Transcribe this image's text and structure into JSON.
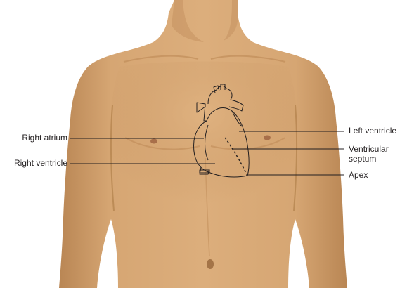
{
  "labels": {
    "right_atrium": "Right atrium",
    "right_ventricle": "Right ventricle",
    "left_ventricle": "Left ventricle",
    "ventricular_septum_line1": "Ventricular",
    "ventricular_septum_line2": "septum",
    "apex": "Apex"
  },
  "colors": {
    "skin": "#d4a471",
    "skin_shadow": "#b8854f",
    "skin_highlight": "#e3b887",
    "hair": "#6b4a2e",
    "outline": "#231f20"
  }
}
